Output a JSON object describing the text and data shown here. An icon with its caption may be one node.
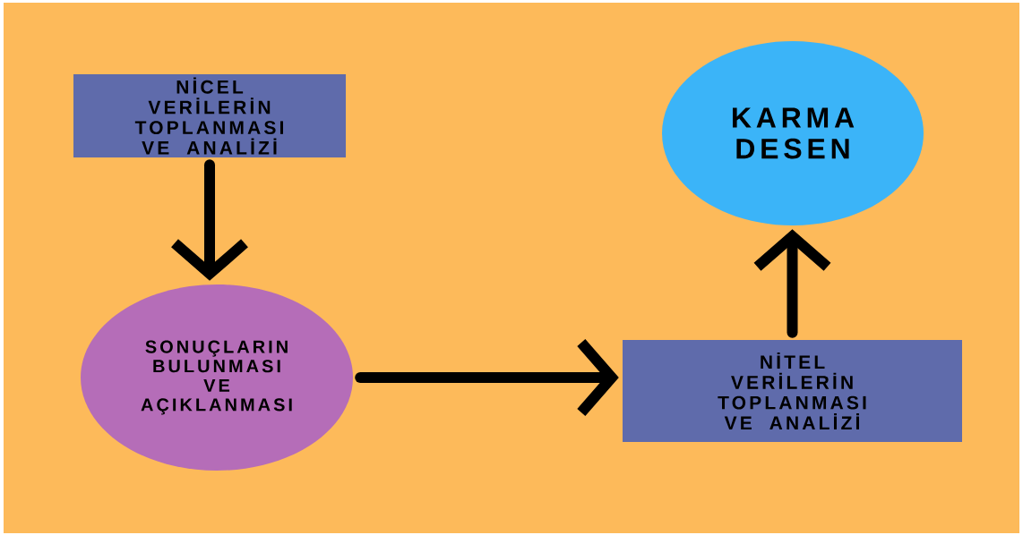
{
  "diagram": {
    "nodes": [
      {
        "text": [
          "NİCEL VERİLERİN TOPLANMASI VE ANALİZİ"
        ]
      },
      {
        "text": [
          "SONUÇLARIN BULUNMASI VE AÇIKLANMASI"
        ]
      },
      {
        "text": [
          "NİTEL VERİLERİN TOPLANMASI VE ANALİZİ"
        ]
      },
      {
        "text": [
          "KARMA DESEN"
        ]
      }
    ],
    "edges": [
      {
        "from": 0,
        "to": 1,
        "arrow": "to"
      },
      {
        "from": 1,
        "to": 2,
        "arrow": "to"
      },
      {
        "from": 2,
        "to": 3,
        "arrow": "to"
      }
    ]
  }
}
